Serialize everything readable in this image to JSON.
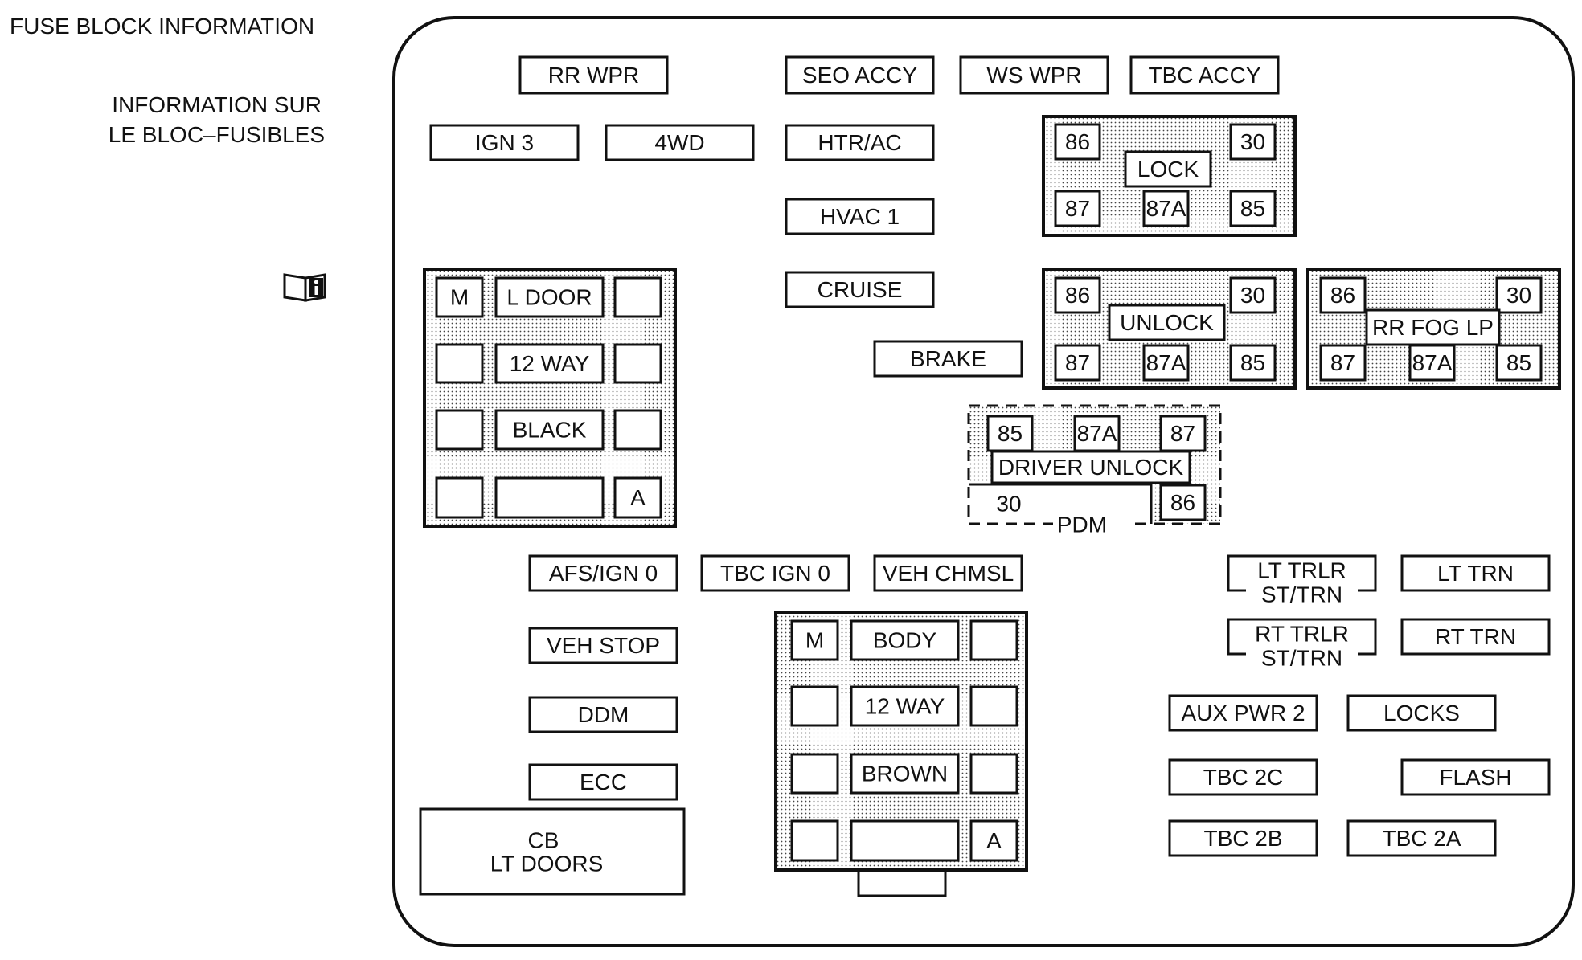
{
  "title": "FUSE BLOCK INFORMATION",
  "subtitle_line1": "INFORMATION SUR",
  "subtitle_line2": "LE BLOC–FUSIBLES",
  "manual_icon": "owner-manual-info-icon",
  "fuses": {
    "rr_wpr": "RR WPR",
    "seo_accy": "SEO ACCY",
    "ws_wpr": "WS WPR",
    "tbc_accy": "TBC ACCY",
    "ign_3": "IGN 3",
    "fwd": "4WD",
    "htr_ac": "HTR/AC",
    "hvac_1": "HVAC 1",
    "cruise": "CRUISE",
    "brake": "BRAKE",
    "afs_ign_0": "AFS/IGN 0",
    "tbc_ign_0": "TBC IGN 0",
    "veh_chmsl": "VEH CHMSL",
    "veh_stop": "VEH STOP",
    "ddm": "DDM",
    "ecc": "ECC",
    "lt_trlr_1": "LT TRLR",
    "lt_trlr_2": "ST/TRN",
    "lt_trn": "LT TRN",
    "rt_trlr_1": "RT TRLR",
    "rt_trlr_2": "ST/TRN",
    "rt_trn": "RT TRN",
    "aux_pwr_2": "AUX PWR 2",
    "locks": "LOCKS",
    "tbc_2c": "TBC 2C",
    "flash": "FLASH",
    "tbc_2b": "TBC 2B",
    "tbc_2a": "TBC 2A",
    "cb_line1": "CB",
    "cb_line2": "LT DOORS"
  },
  "relays": {
    "lock": {
      "name": "LOCK",
      "p86": "86",
      "p30": "30",
      "p87": "87",
      "p87a": "87A",
      "p85": "85"
    },
    "unlock": {
      "name": "UNLOCK",
      "p86": "86",
      "p30": "30",
      "p87": "87",
      "p87a": "87A",
      "p85": "85"
    },
    "rr_fog": {
      "name": "RR FOG LP",
      "p86": "86",
      "p30": "30",
      "p87": "87",
      "p87a": "87A",
      "p85": "85"
    },
    "driver_unlock": {
      "name": "DRIVER UNLOCK",
      "p85": "85",
      "p87a": "87A",
      "p87": "87",
      "p30": "30",
      "p86": "86",
      "pdm": "PDM"
    }
  },
  "connectors": {
    "left": {
      "m": "M",
      "l_door": "L DOOR",
      "twelve_way": "12 WAY",
      "color": "BLACK",
      "a": "A"
    },
    "body": {
      "m": "M",
      "body": "BODY",
      "twelve_way": "12 WAY",
      "color": "BROWN",
      "a": "A"
    }
  }
}
